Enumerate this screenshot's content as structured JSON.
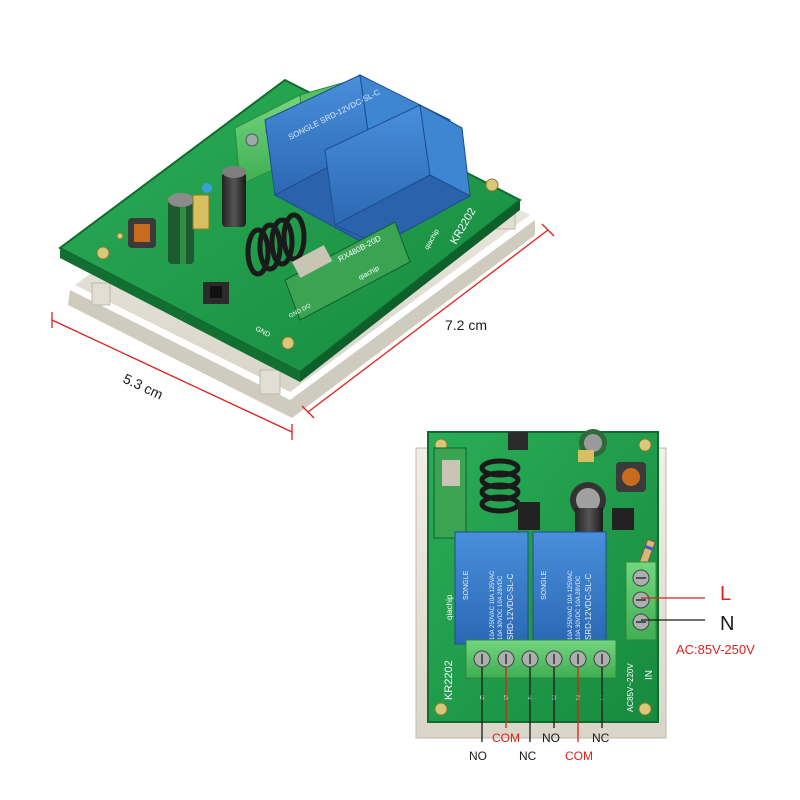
{
  "dimensions": {
    "width_label": "5.3 cm",
    "length_label": "7.2 cm"
  },
  "top_board": {
    "model_text": "KR2202",
    "brand_text": "qiachip",
    "module_text": "RX480B-20D",
    "module_brand": "qiachip",
    "pin_text": "GND DO",
    "gnd_text": "GND",
    "relay_text": "SONGLE  SRD-12VDC-SL-C"
  },
  "bottom_board": {
    "model_text": "KR2202",
    "brand_text": "qiachip",
    "relay_brand": "SONGLE",
    "relay_model": "SRD-12VDC-SL-C",
    "relay_rating_1": "10A 250VAC  10A 125VAC",
    "relay_rating_2": "10A 30VDC  10A 28VDC",
    "voltage_text": "AC85V~220V",
    "in_text": "IN",
    "pin_numbers": [
      "6",
      "5",
      "4",
      "3",
      "2",
      "1"
    ]
  },
  "terminals": {
    "L": "L",
    "N": "N",
    "ac_range": "AC:85V-250V",
    "bottom_labels": [
      "NO",
      "COM",
      "NC",
      "NO",
      "COM",
      "NC"
    ]
  },
  "colors": {
    "pcb": "#1f9a4a",
    "relay": "#3a7dc9",
    "terminal": "#5cc46a",
    "accent_red": "#e0201b",
    "base": "#e9e6dc"
  }
}
